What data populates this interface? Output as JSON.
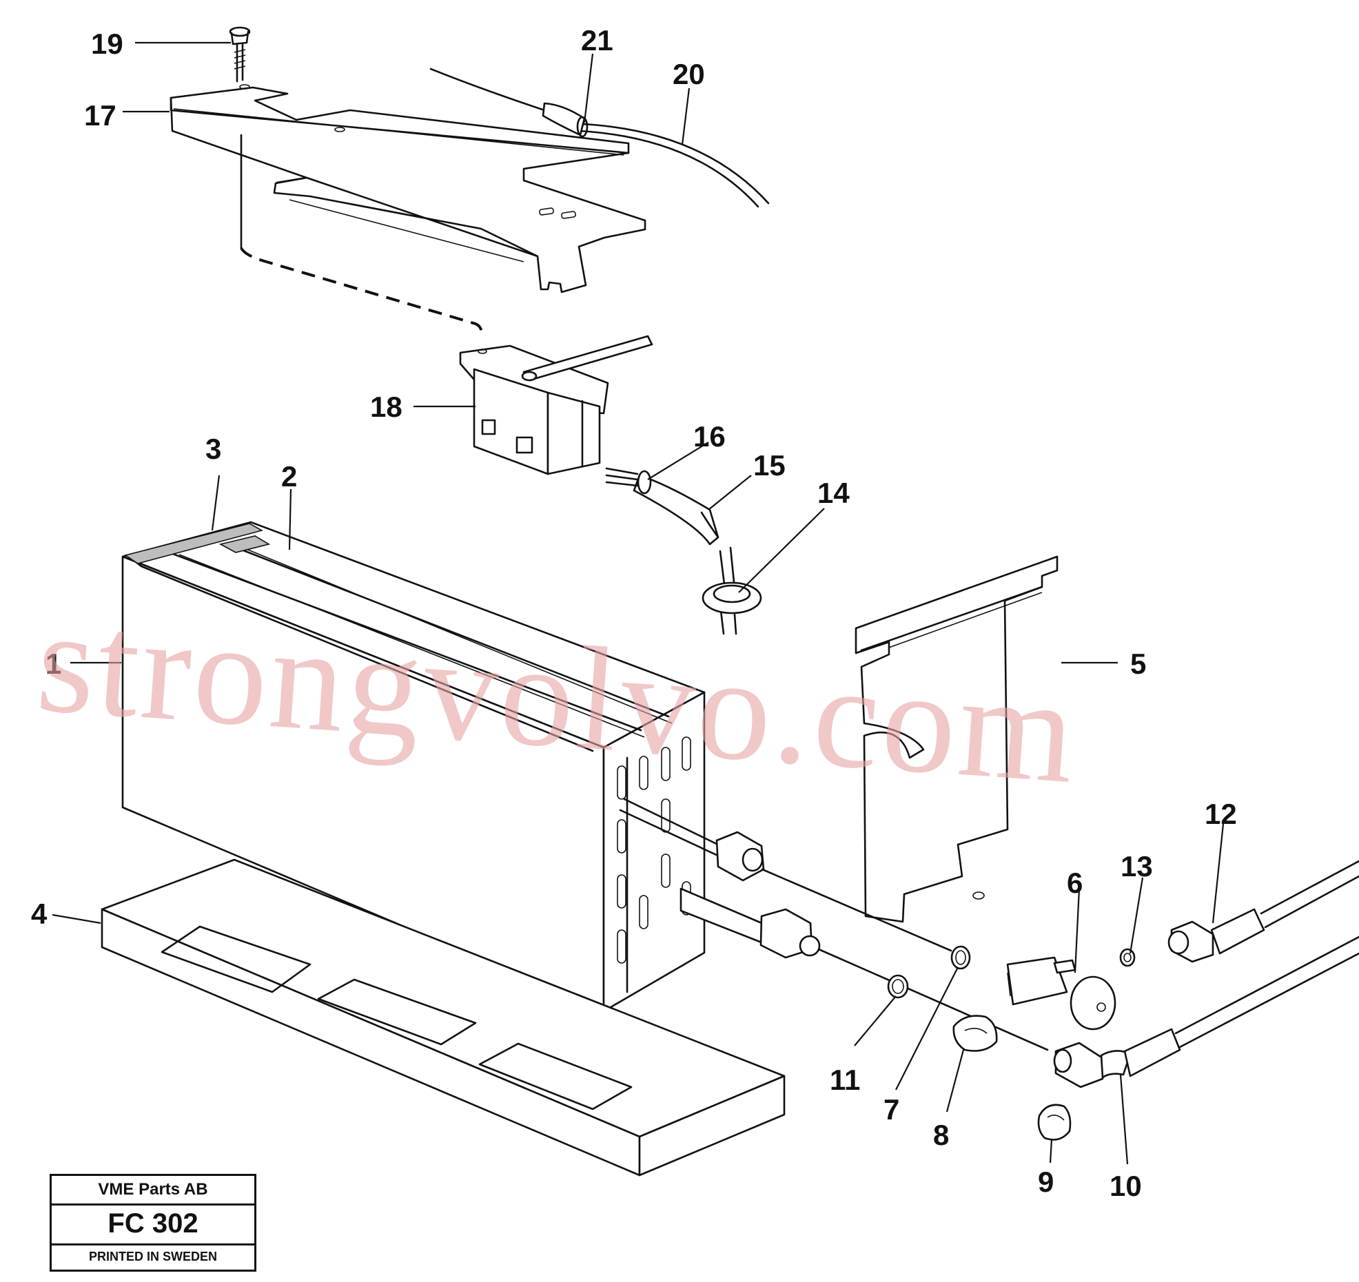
{
  "watermark": "strongvolvo.com",
  "title_block": {
    "company": "VME Parts AB",
    "code": "FC 302",
    "footer": "PRINTED IN SWEDEN"
  },
  "labels": {
    "l1": "1",
    "l2": "2",
    "l3": "3",
    "l4": "4",
    "l5": "5",
    "l6": "6",
    "l7": "7",
    "l8": "8",
    "l9": "9",
    "l10": "10",
    "l11": "11",
    "l12": "12",
    "l13": "13",
    "l14": "14",
    "l15": "15",
    "l16": "16",
    "l17": "17",
    "l18": "18",
    "l19": "19",
    "l20": "20",
    "l21": "21"
  }
}
